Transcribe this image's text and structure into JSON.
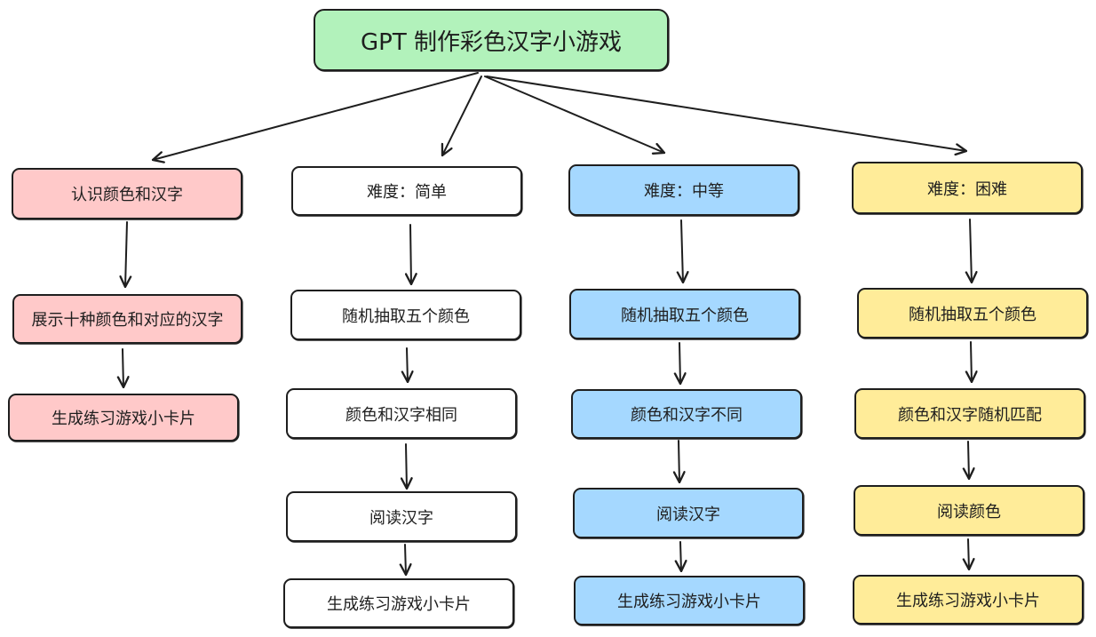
{
  "root": {
    "label": "GPT 制作彩色汉字小游戏",
    "color": "#b2f2bb"
  },
  "colors": {
    "stroke": "#1e1e1e",
    "pink": "#ffc9c9",
    "white": "#ffffff",
    "blue": "#a5d8ff",
    "yellow": "#ffec99"
  },
  "branches": [
    {
      "key": "learn",
      "title": "认识颜色和汉字",
      "steps": [
        "展示十种颜色和对应的汉字",
        "生成练习游戏小卡片"
      ]
    },
    {
      "key": "easy",
      "title": "难度：简单",
      "steps": [
        "随机抽取五个颜色",
        "颜色和汉字相同",
        "阅读汉字",
        "生成练习游戏小卡片"
      ]
    },
    {
      "key": "medium",
      "title": "难度：中等",
      "steps": [
        "随机抽取五个颜色",
        "颜色和汉字不同",
        "阅读汉字",
        "生成练习游戏小卡片"
      ]
    },
    {
      "key": "hard",
      "title": "难度：困难",
      "steps": [
        "随机抽取五个颜色",
        "颜色和汉字随机匹配",
        "阅读颜色",
        "生成练习游戏小卡片"
      ]
    }
  ]
}
